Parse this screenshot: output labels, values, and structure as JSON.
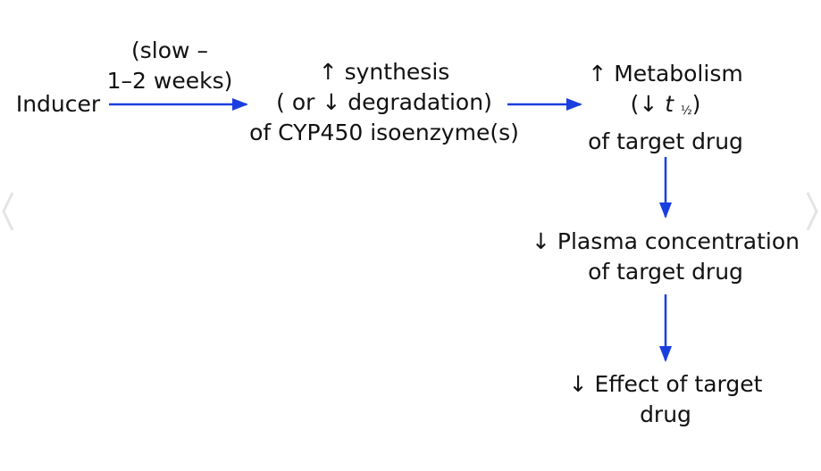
{
  "nodes": {
    "inducer": {
      "label": "Inducer"
    },
    "timing": {
      "line1": "(slow –",
      "line2": "1–2 weeks)"
    },
    "synthesis": {
      "line1": "↑ synthesis",
      "line2": "( or ↓ degradation)",
      "line3": "of CYP450 isoenzyme(s)"
    },
    "metabolism": {
      "line1": "↑ Metabolism",
      "line2_prefix": "(↓ ",
      "line2_t": "t",
      "line2_sub": "½",
      "line2_suffix": ")",
      "line3": "of target drug"
    },
    "plasma": {
      "line1": "↓ Plasma concentration",
      "line2": "of target drug"
    },
    "effect": {
      "line1": "↓ Effect of target",
      "line2": "drug"
    }
  },
  "colors": {
    "arrow": "#1a3fe0",
    "text": "#111111",
    "chevron": "#e4e4e4"
  },
  "icons": {
    "prev": "chevron-left-icon",
    "next": "chevron-right-icon"
  }
}
